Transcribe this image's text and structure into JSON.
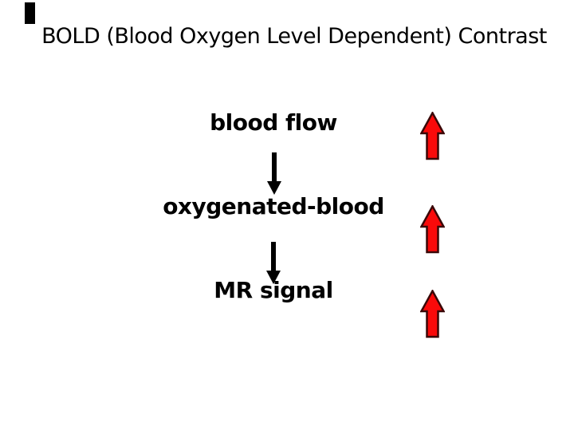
{
  "slide": {
    "title": "BOLD (Blood Oxygen Level Dependent) Contrast",
    "flow": {
      "items": [
        "blood flow",
        "oxygenated-blood",
        "MR signal"
      ],
      "connector_icon": "down-arrow-icon",
      "connector_count": 2
    },
    "up_arrows": {
      "icon": "up-arrow-icon",
      "count": 3
    },
    "colors": {
      "background": "#FFFFFF",
      "text": "#000000",
      "down_arrow": "#000000",
      "up_arrow_fill": "#FA0A0A",
      "up_arrow_outline": "#3A0808",
      "cursor_bar": "#000000"
    }
  }
}
